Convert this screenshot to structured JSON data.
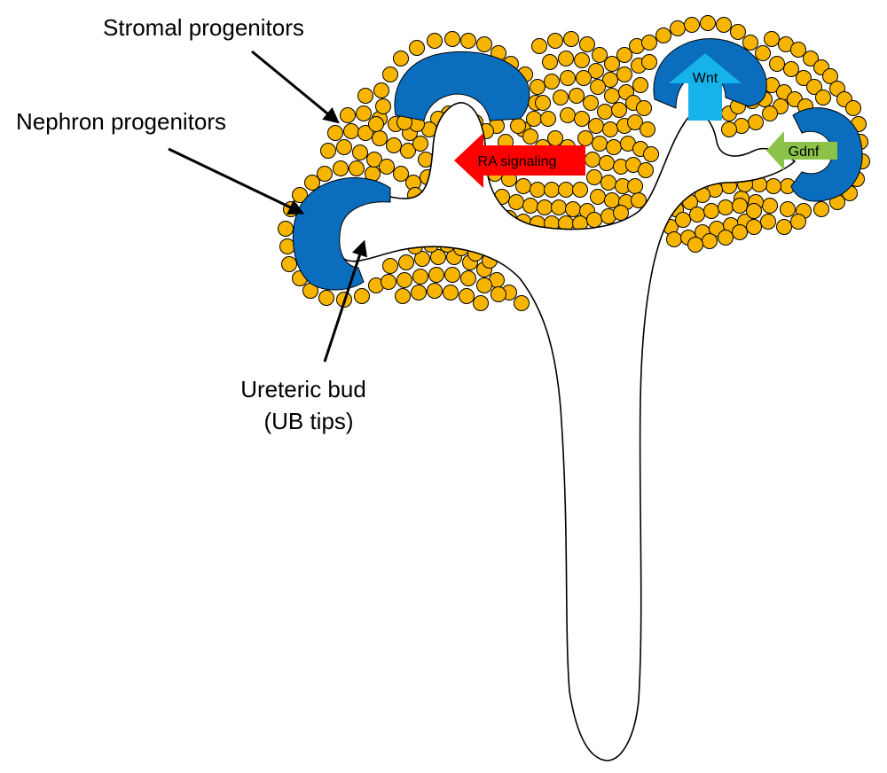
{
  "labels": {
    "stromal": "Stromal progenitors",
    "nephron": "Nephron progenitors",
    "ureteric_line1": "Ureteric bud",
    "ureteric_line2": "(UB tips)"
  },
  "signals": {
    "ra": "RA signaling",
    "wnt": "Wnt",
    "gdnf": "Gdnf"
  },
  "colors": {
    "stromal_cell": "#F7B500",
    "nephron_cap": "#0B6DBE",
    "ra_arrow": "#FF0000",
    "wnt_arrow": "#15B3EA",
    "gdnf_arrow": "#8BC34A",
    "outline": "#000000"
  }
}
